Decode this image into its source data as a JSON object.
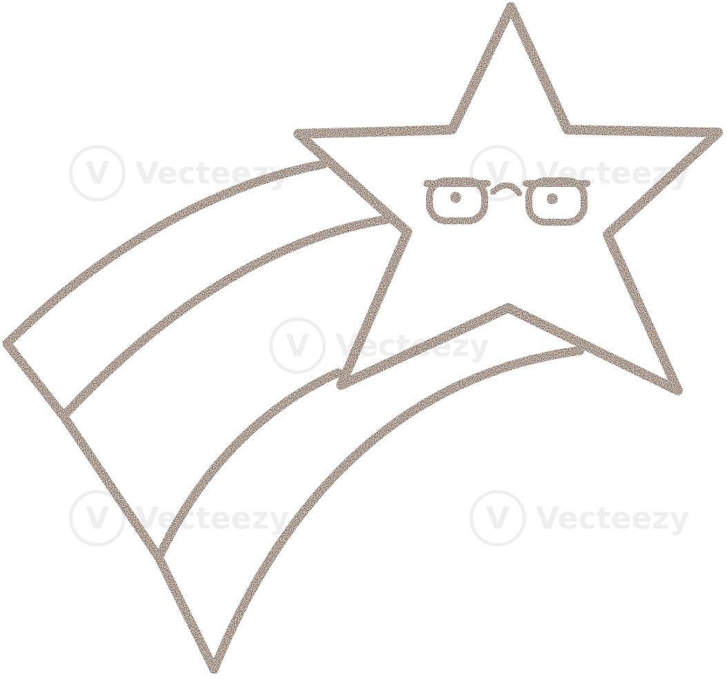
{
  "illustration": {
    "subject": "shooting-star",
    "stroke_color": "#4a2c17",
    "fill_color": "#ffffff",
    "style": "charcoal"
  },
  "watermark": {
    "text": "Vecteezy",
    "icon_glyph": "V",
    "color": "#8a8a8a"
  }
}
